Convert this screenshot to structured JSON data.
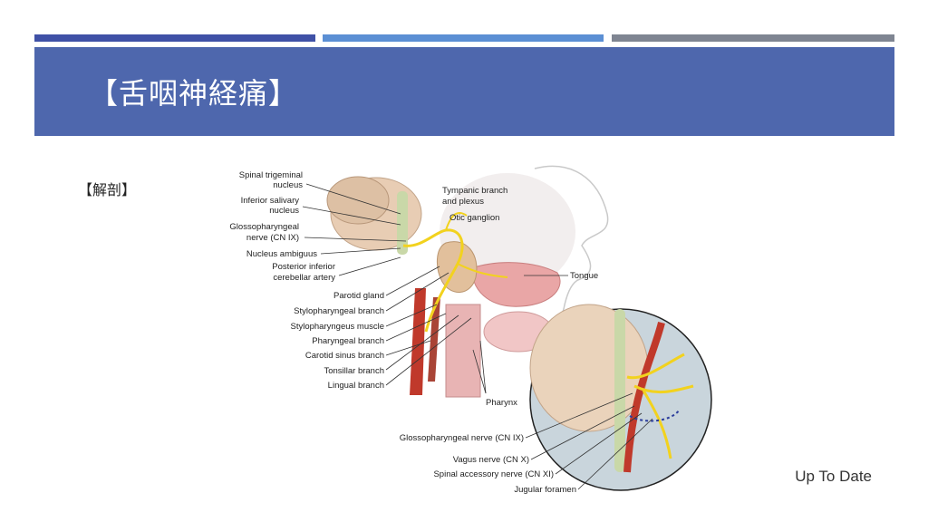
{
  "slide": {
    "title": "【舌咽神経痛】",
    "section_label": "【解剖】",
    "source": "Up To Date"
  },
  "colors": {
    "title_band": "#4e67ad",
    "bar_1": "#3f51a6",
    "bar_2": "#5b8fd4",
    "bar_3": "#7f8592",
    "nerve": "#f2d21e",
    "artery": "#c0392b"
  },
  "figure": {
    "left_labels": [
      "Spinal trigeminal",
      "nucleus",
      "Inferior salivary",
      "nucleus",
      "Glossopharyngeal",
      "nerve (CN IX)",
      "Nucleus ambiguus",
      "Posterior inferior",
      "cerebellar artery",
      "Parotid gland",
      "Stylopharyngeal branch",
      "Stylopharyngeus muscle",
      "Pharyngeal branch",
      "Carotid sinus branch",
      "Tonsillar branch",
      "Lingual branch"
    ],
    "top_labels": [
      "Tympanic branch",
      "and plexus",
      "Otic ganglion"
    ],
    "tongue_label": "Tongue",
    "pharynx_label": "Pharynx",
    "bottom_labels": [
      "Glossopharyngeal nerve (CN IX)",
      "Vagus nerve (CN X)",
      "Spinal accessory nerve (CN XI)",
      "Jugular foramen"
    ]
  }
}
